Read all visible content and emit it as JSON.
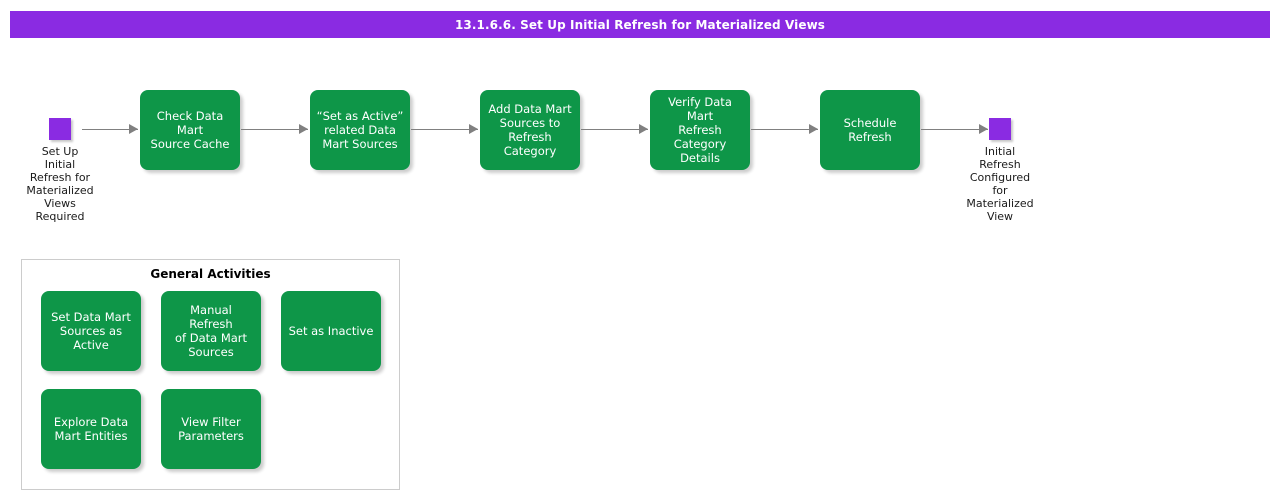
{
  "header": {
    "title": "13.1.6.6. Set Up Initial Refresh for Materialized Views",
    "bar_color": "#8A2BE2",
    "text_color": "#ffffff"
  },
  "colors": {
    "task_green": "#0E9648",
    "terminator_purple": "#8A2BE2",
    "connector_gray": "#808080",
    "panel_border": "#cccccc"
  },
  "flow": {
    "start_node": {
      "label": "Set Up\nInitial\nRefresh for\nMaterialized\nViews\nRequired",
      "shape": "terminator-square"
    },
    "end_node": {
      "label": "Initial\nRefresh\nConfigured\nfor\nMaterialized\nView",
      "shape": "terminator-square"
    },
    "steps": [
      {
        "label": "Check Data Mart\nSource Cache"
      },
      {
        "label": "“Set as Active”\nrelated Data\nMart Sources"
      },
      {
        "label": "Add Data Mart\nSources to\nRefresh\nCategory"
      },
      {
        "label": "Verify Data Mart\nRefresh\nCategory Details"
      },
      {
        "label": "Schedule\nRefresh"
      }
    ]
  },
  "general_activities": {
    "title": "General Activities",
    "items": [
      {
        "label": "Set Data Mart\nSources as\nActive"
      },
      {
        "label": "Manual Refresh\nof Data Mart\nSources"
      },
      {
        "label": "Set as Inactive"
      },
      {
        "label": "Explore Data\nMart Entities"
      },
      {
        "label": "View Filter\nParameters"
      }
    ]
  }
}
